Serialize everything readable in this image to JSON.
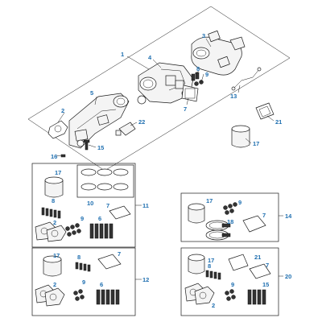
{
  "callouts": {
    "c1": "1",
    "c2": "2",
    "c3": "3",
    "c4": "4",
    "c5": "5",
    "c7": "7",
    "c8": "8",
    "c9": "9",
    "c13": "13",
    "c15": "15",
    "c16": "16",
    "c17": "17",
    "c21": "21",
    "c22": "22",
    "k11_17": "17",
    "k11_8": "8",
    "k11_2": "2",
    "k11_10": "10",
    "k11_7": "7",
    "k11_9": "9",
    "k11_6": "6",
    "k11": "11",
    "k14_17": "17",
    "k14_9": "9",
    "k14_18": "18",
    "k14_7": "7",
    "k14": "14",
    "k12_17": "17",
    "k12_8": "8",
    "k12_7": "7",
    "k12_2": "2",
    "k12_9": "9",
    "k12_6": "6",
    "k12": "12",
    "k20_17": "17",
    "k20_8": "8",
    "k20_21": "21",
    "k20_7": "7",
    "k20_2": "2",
    "k20_9": "9",
    "k20_15": "15",
    "k20": "20"
  },
  "colors": {
    "callout": "#1f6fb0",
    "line": "#1a1a1a",
    "part_fill": "#f4f4f4"
  }
}
